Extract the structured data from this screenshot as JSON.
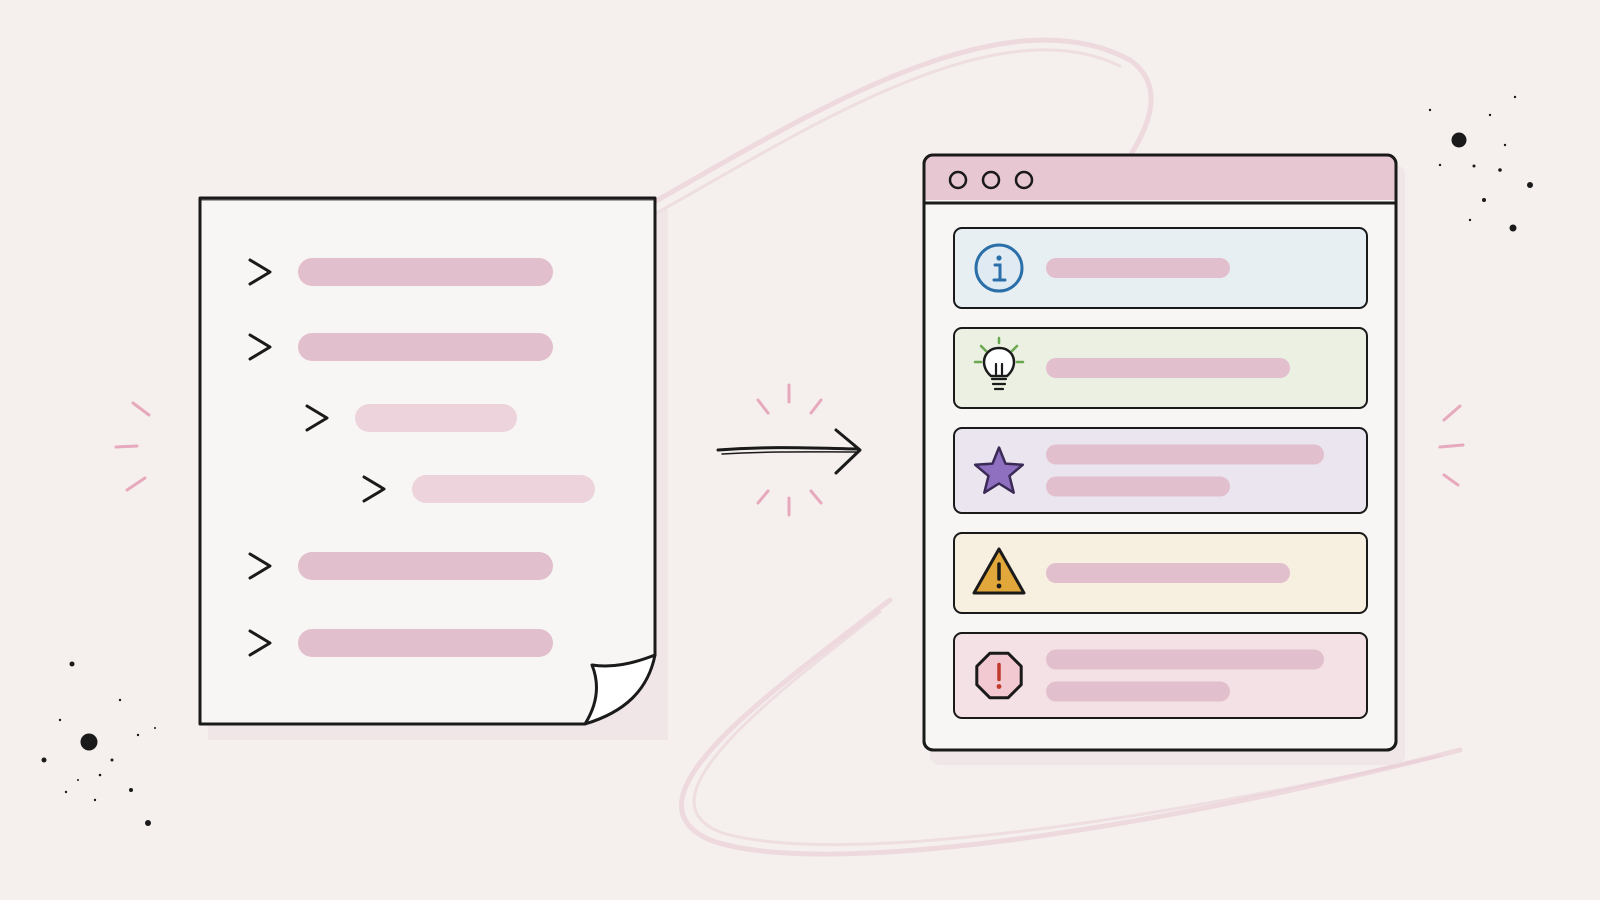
{
  "colors": {
    "background": "#f5f0ee",
    "ink": "#1a1a1a",
    "placeholder_bar": "#e2bfcc",
    "placeholder_bar_light": "#ecd3dc",
    "accent": "#e7a9bd",
    "window_titlebar": "#e7c7d2"
  },
  "document": {
    "icon": "document-page-icon",
    "corner": "folded-page-corner",
    "lines": [
      {
        "icon": "chevron-right-icon",
        "indent_level": 0
      },
      {
        "icon": "chevron-right-icon",
        "indent_level": 0
      },
      {
        "icon": "chevron-right-icon",
        "indent_level": 1
      },
      {
        "icon": "chevron-right-icon",
        "indent_level": 2
      },
      {
        "icon": "chevron-right-icon",
        "indent_level": 0
      },
      {
        "icon": "chevron-right-icon",
        "indent_level": 0
      }
    ]
  },
  "connector": {
    "icon": "arrow-right-icon"
  },
  "window": {
    "title_dots": [
      "window-dot-icon",
      "window-dot-icon",
      "window-dot-icon"
    ],
    "callouts": [
      {
        "kind": "info",
        "icon": "info-icon",
        "color": "#2a6fa8",
        "fill": "#e8eff3",
        "lines": 1
      },
      {
        "kind": "tip",
        "icon": "lightbulb-icon",
        "color": "#6aa84f",
        "fill": "#ebf0e3",
        "lines": 1
      },
      {
        "kind": "important",
        "icon": "star-icon",
        "color": "#8e6fc0",
        "fill": "#ebe5f0",
        "lines": 2
      },
      {
        "kind": "warning",
        "icon": "warning-icon",
        "color": "#e2a73a",
        "fill": "#f7efdf",
        "lines": 1
      },
      {
        "kind": "caution",
        "icon": "stop-icon",
        "color": "#c0392b",
        "fill": "#f3e1e5",
        "lines": 2
      }
    ]
  }
}
